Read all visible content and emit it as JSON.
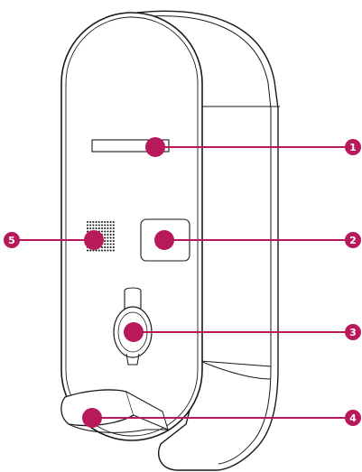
{
  "figure": {
    "kind": "device-component-diagram",
    "accent_color": "#b8195b",
    "outline_color": "#1a1a1a",
    "callouts": [
      {
        "number": "1",
        "part": "status-light-slot"
      },
      {
        "number": "2",
        "part": "square-sensor"
      },
      {
        "number": "3",
        "part": "round-button"
      },
      {
        "number": "4",
        "part": "bottom-hook"
      },
      {
        "number": "5",
        "part": "speaker-grille"
      }
    ]
  }
}
